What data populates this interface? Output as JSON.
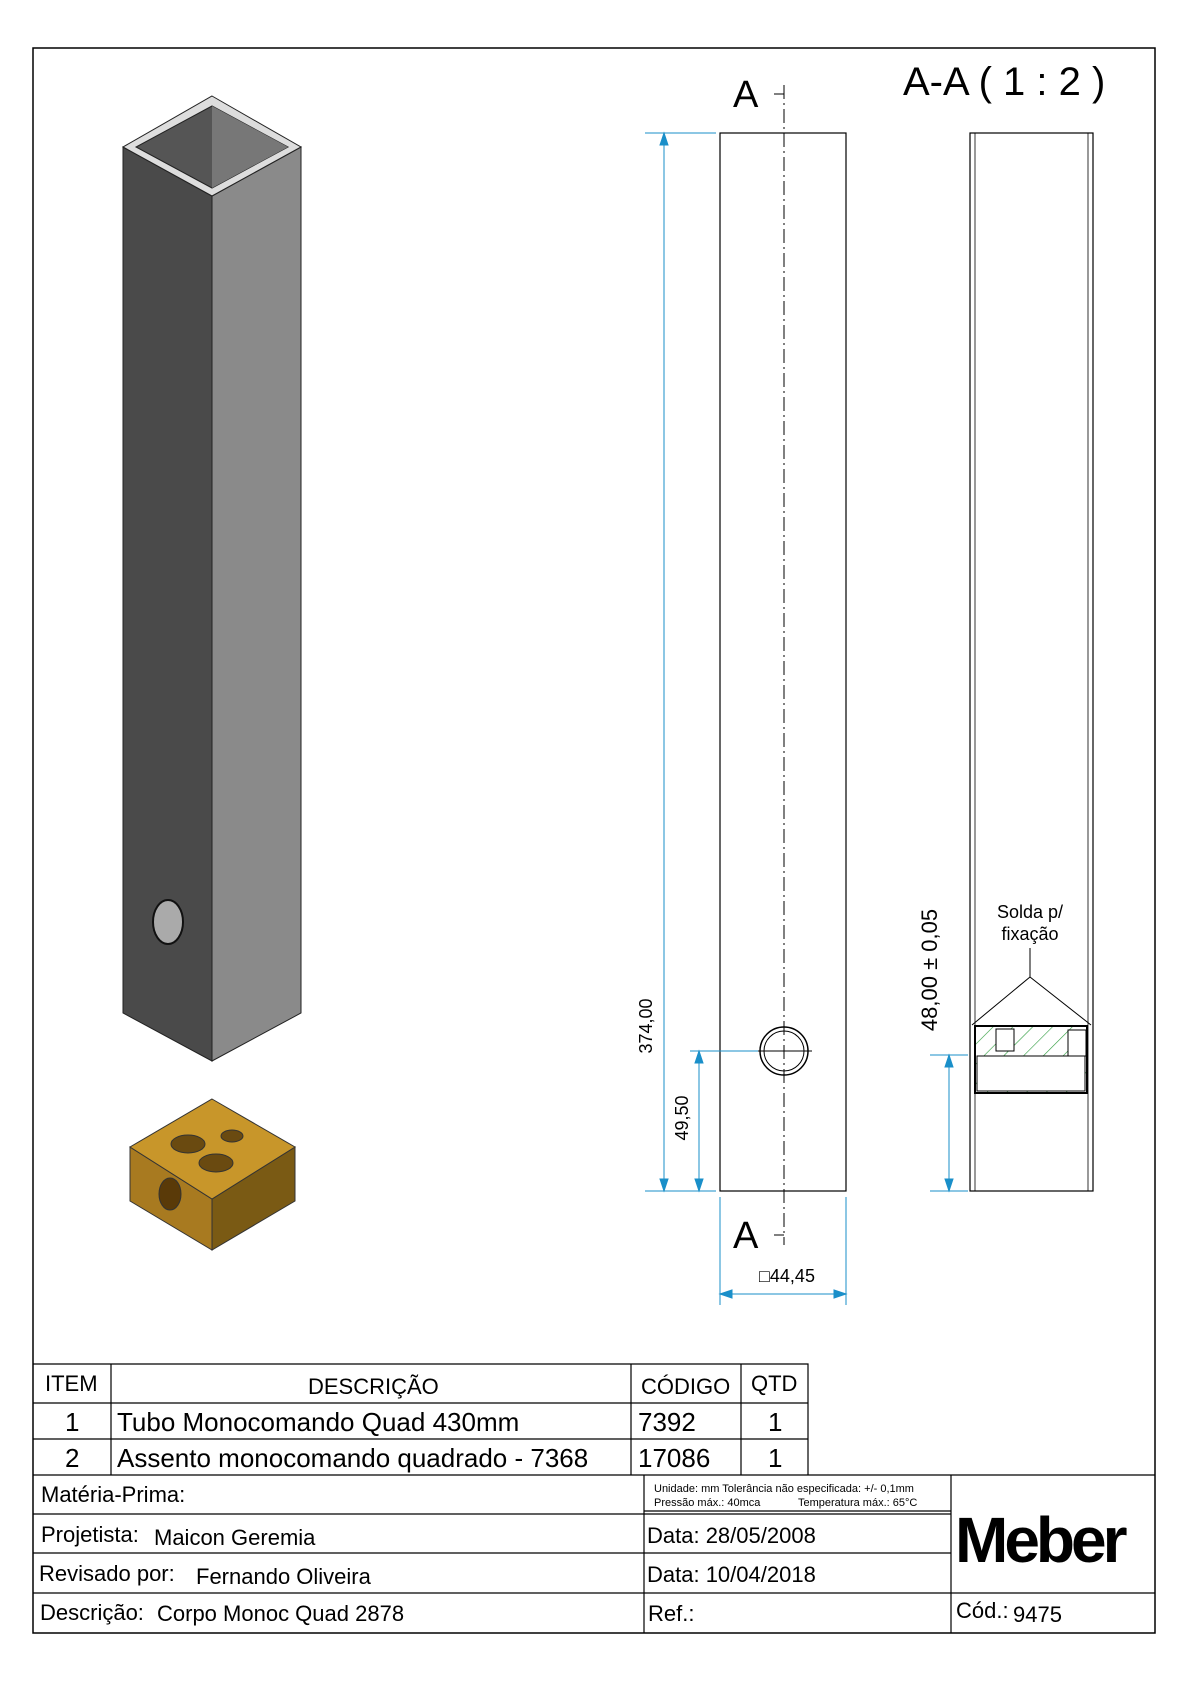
{
  "drawing": {
    "section_title": "A-A ( 1 : 2 )",
    "section_label_top": "A",
    "section_label_bottom": "A",
    "dim_length": "374,00",
    "dim_hole": "49,50",
    "dim_width": "□44,45",
    "dim_seat": "48,00 ± 0,05",
    "weld_note_line1": "Solda p/",
    "weld_note_line2": "fixação",
    "colors": {
      "dimension": "#1a8fc9",
      "hatch": "#2a9a3a",
      "tube_dark": "#4a4a4a",
      "tube_light": "#8a8a8a",
      "block": "#a87a20"
    }
  },
  "parts_table": {
    "headers": [
      "ITEM",
      "DESCRIÇÃO",
      "CÓDIGO",
      "QTD"
    ],
    "rows": [
      [
        "1",
        "Tubo Monocomando Quad 430mm",
        "7392",
        "1"
      ],
      [
        "2",
        "Assento monocomando quadrado - 7368",
        "17086",
        "1"
      ]
    ]
  },
  "title_block": {
    "materia_label": "Matéria-Prima:",
    "specs_line1": "Unidade: mm Tolerância não especificada: +/- 0,1mm",
    "specs_line2a": "Pressão máx.: 40mca",
    "specs_line2b": "Temperatura máx.: 65°C",
    "projetista_label": "Projetista:",
    "projetista": "Maicon Geremia",
    "data1": "Data: 28/05/2008",
    "revisado_label": "Revisado por:",
    "revisado": "Fernando Oliveira",
    "data2": "Data: 10/04/2018",
    "descricao_label": "Descrição:",
    "descricao": "Corpo Monoc Quad 2878",
    "ref_label": "Ref.:",
    "cod_label": "Cód.:",
    "cod": "9475",
    "logo": "Meber"
  }
}
